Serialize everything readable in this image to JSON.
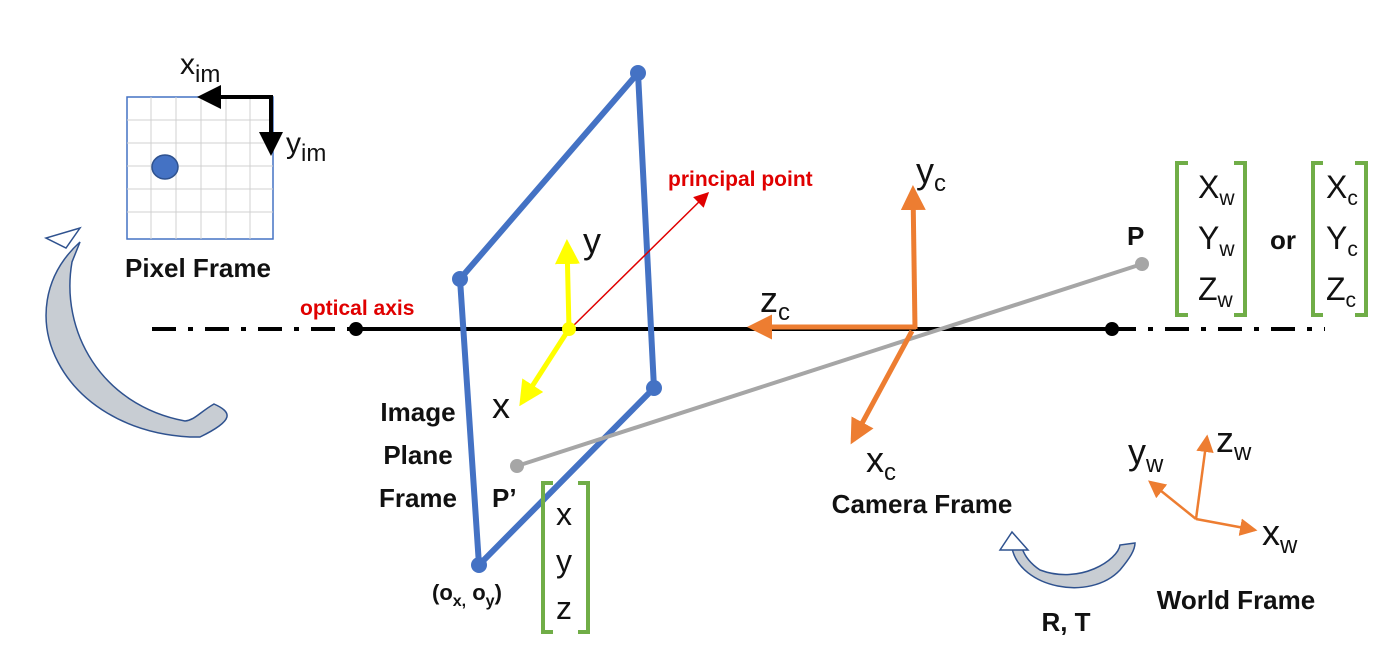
{
  "labels": {
    "pixel_frame": "Pixel Frame",
    "optical_axis": "optical axis",
    "principal_point": "principal point",
    "image_plane_frame_line1": "Image",
    "image_plane_frame_line2": "Plane",
    "image_plane_frame_line3": "Frame",
    "camera_frame": "Camera Frame",
    "world_frame": "World Frame",
    "rotation_translation": "R, T",
    "point_p": "P",
    "point_p_prime": "P’",
    "or": "or",
    "origin_open": "(o",
    "origin_x_sub": "x,",
    "origin_mid": " o",
    "origin_y_sub": "y",
    "origin_close": ")"
  },
  "axes": {
    "x_im": {
      "base": "x",
      "sub": "im"
    },
    "y_im": {
      "base": "y",
      "sub": "im"
    },
    "image_x": {
      "base": "x"
    },
    "image_y": {
      "base": "y"
    },
    "z_c": {
      "base": "z",
      "sub": "c"
    },
    "y_c": {
      "base": "y",
      "sub": "c"
    },
    "x_c": {
      "base": "x",
      "sub": "c"
    },
    "y_w": {
      "base": "y",
      "sub": "w"
    },
    "z_w": {
      "base": "z",
      "sub": "w"
    },
    "x_w": {
      "base": "x",
      "sub": "w"
    }
  },
  "vectors": {
    "world_point": [
      {
        "base": "X",
        "sub": "w"
      },
      {
        "base": "Y",
        "sub": "w"
      },
      {
        "base": "Z",
        "sub": "w"
      }
    ],
    "camera_point": [
      {
        "base": "X",
        "sub": "c"
      },
      {
        "base": "Y",
        "sub": "c"
      },
      {
        "base": "Z",
        "sub": "c"
      }
    ],
    "image_point": [
      {
        "base": "x"
      },
      {
        "base": "y"
      },
      {
        "base": "z"
      }
    ]
  },
  "colors": {
    "plane_blue": "#4472c4",
    "camera_orange": "#ed7d31",
    "image_axis_yellow": "#ffff00",
    "bracket_green": "#70ad47",
    "annotation_red": "#e00000",
    "projection_gray": "#a6a6a6",
    "axis_black": "#000000",
    "curve_arrow_fill": "#c8cdd3"
  }
}
